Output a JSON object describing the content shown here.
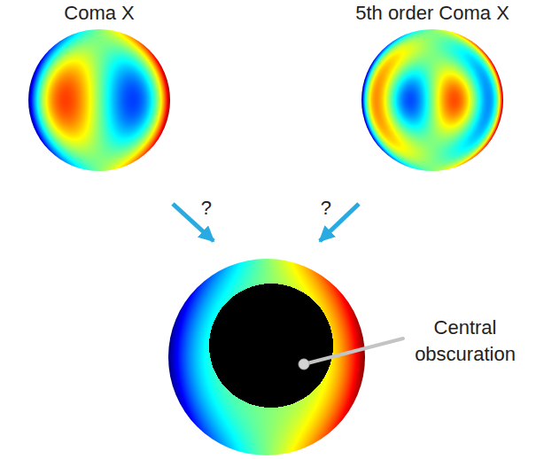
{
  "diagram": {
    "nodes": [
      {
        "text": [
          "Coma X"
        ]
      },
      {
        "text": [
          "5th order Coma X"
        ]
      },
      {
        "text": [
          "Central obscuration"
        ]
      }
    ],
    "edges": [
      {
        "from": 0,
        "to": 2,
        "arrow": "to",
        "label": "?"
      },
      {
        "from": 1,
        "to": 2,
        "arrow": "to",
        "label": "?"
      }
    ]
  }
}
